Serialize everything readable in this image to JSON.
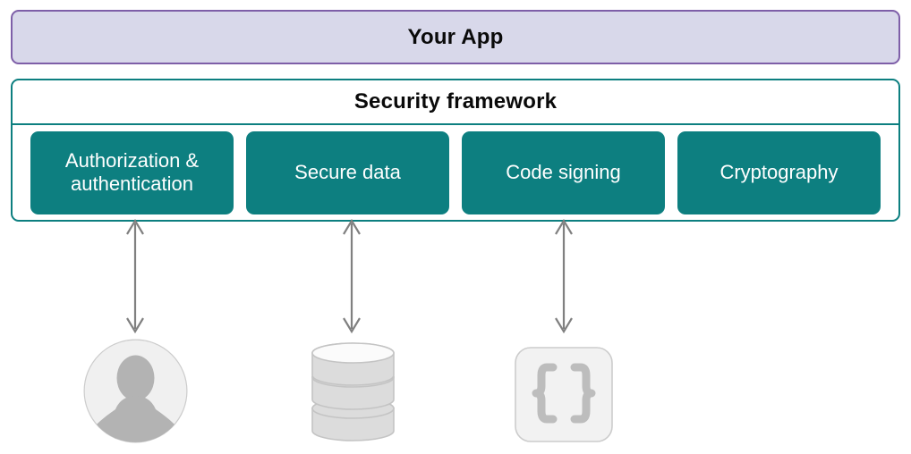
{
  "diagram": {
    "app": {
      "title": "Your App",
      "fill_color": "#d8d8ea",
      "border_color": "#7e5fa8"
    },
    "framework": {
      "title": "Security framework",
      "border_color": "#0d7f80",
      "capabilities": [
        {
          "label": "Authorization & authentication",
          "fill_color": "#0d7f80"
        },
        {
          "label": "Secure data",
          "fill_color": "#0d7f80"
        },
        {
          "label": "Code signing",
          "fill_color": "#0d7f80"
        },
        {
          "label": "Cryptography",
          "fill_color": "#0d7f80"
        }
      ]
    },
    "connectors": [
      {
        "name": "user-connector",
        "style": "double-headed-arrow",
        "color": "#808080"
      },
      {
        "name": "database-connector",
        "style": "double-headed-arrow",
        "color": "#808080"
      },
      {
        "name": "code-connector",
        "style": "double-headed-arrow",
        "color": "#808080"
      }
    ],
    "resources": [
      {
        "icon": "user-avatar-icon",
        "fill_color": "#f0f0f0",
        "figure_color": "#b3b3b3"
      },
      {
        "icon": "database-icon",
        "fill_color": "#dcdcdc",
        "stroke_color": "#c4c4c4"
      },
      {
        "icon": "code-braces-icon",
        "fill_color": "#f2f2f2",
        "stroke_color": "#cccccc",
        "glyph": "{ }"
      }
    ]
  }
}
